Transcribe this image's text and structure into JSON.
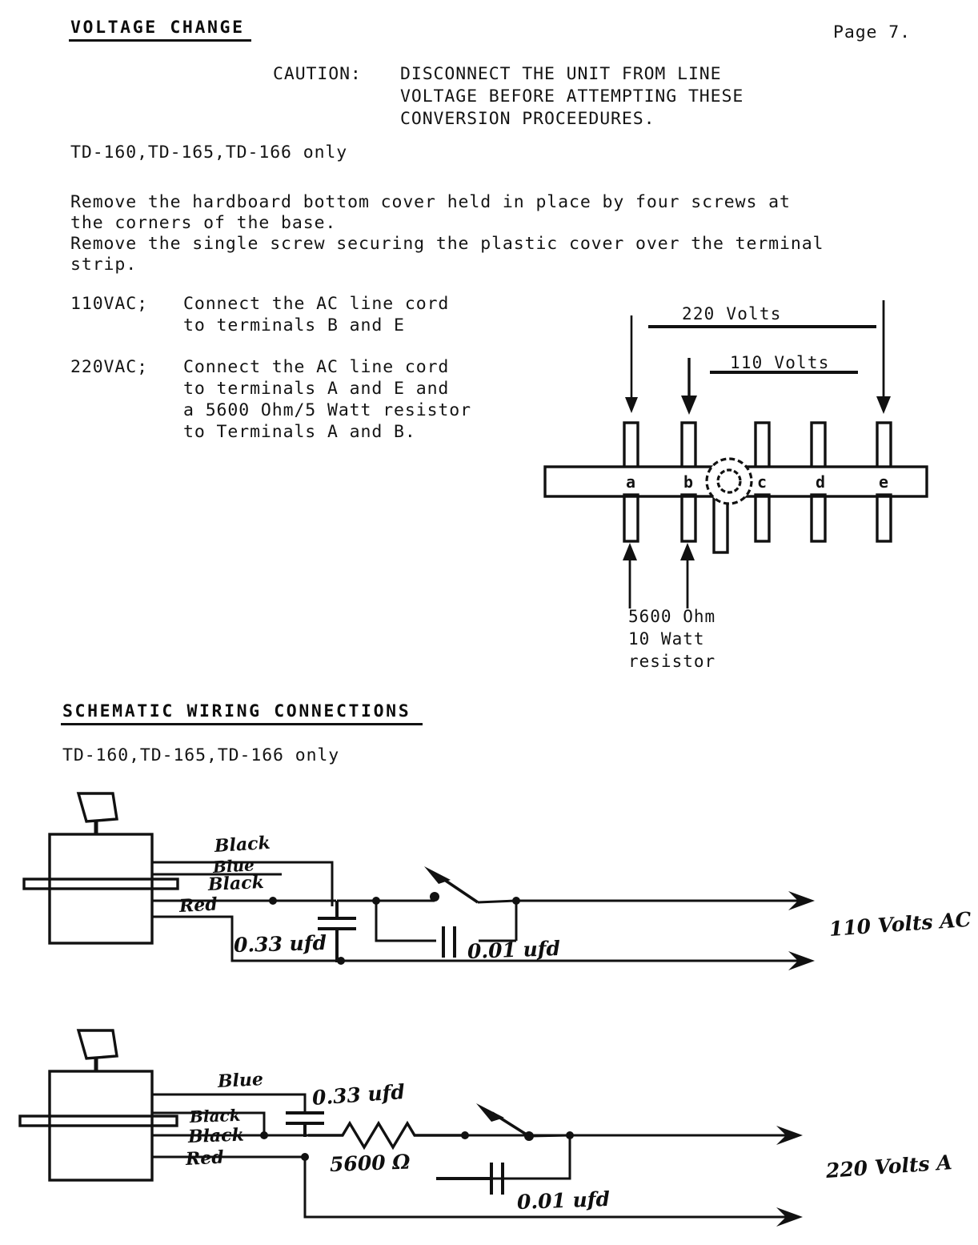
{
  "document": {
    "title": "VOLTAGE CHANGE",
    "page_label": "Page 7."
  },
  "caution": {
    "label": "CAUTION:",
    "lines": [
      "DISCONNECT THE UNIT FROM LINE",
      "VOLTAGE BEFORE ATTEMPTING THESE",
      "CONVERSION PROCEEDURES."
    ]
  },
  "models_note_top": "TD-160,TD-165,TD-166 only",
  "instructions": [
    "Remove the hardboard bottom cover held in place by four screws at",
    "the corners of the base.",
    "Remove the single screw securing the plastic cover over the terminal",
    "strip."
  ],
  "voltage_options": [
    {
      "label": "110VAC;",
      "lines": [
        "Connect the AC line cord",
        "to terminals B and E"
      ]
    },
    {
      "label": "220VAC;",
      "lines": [
        "Connect the AC line cord",
        "to terminals A and E and",
        "a 5600 Ohm/5 Watt resistor",
        "to Terminals A and B."
      ]
    }
  ],
  "terminal_diagram": {
    "bracket_220": "220 Volts",
    "bracket_110": "110 Volts",
    "terminals": [
      "a",
      "b",
      "c",
      "d",
      "e"
    ],
    "resistor_note": [
      "5600 Ohm",
      "10 Watt",
      "resistor"
    ]
  },
  "schematic_section": {
    "heading": "SCHEMATIC WIRING CONNECTIONS",
    "models_note": "TD-160,TD-165,TD-166 only"
  },
  "schematic_110": {
    "wire_labels": [
      "Black",
      "Blue",
      "Black",
      "Red"
    ],
    "cap_main": "0.33 ufd",
    "cap_switch": "0.01 ufd",
    "output_label": "110 Volts AC"
  },
  "schematic_220": {
    "wire_labels": [
      "Blue",
      "Black",
      "Black",
      "Red"
    ],
    "cap_main": "0.33 ufd",
    "resistor": "5600 Ω",
    "cap_switch": "0.01 ufd",
    "output_label": "220 Volts A"
  },
  "colors": {
    "ink": "#111111",
    "paper": "#ffffff"
  }
}
